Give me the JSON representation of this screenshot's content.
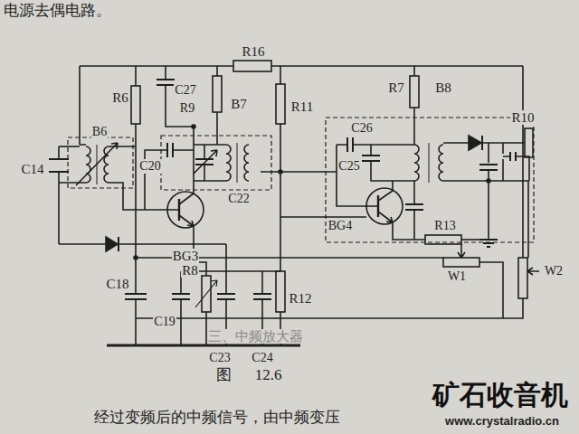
{
  "diagram": {
    "caption": "图 12.6",
    "labels": [
      "电源去偶电路。",
      "R16",
      "C27",
      "R9",
      "B6",
      "R6",
      "B7",
      "R11",
      "R7",
      "B8",
      "R10",
      "C14",
      "C20",
      "C22",
      "C26",
      "C25",
      "BG4",
      "R13",
      "BG3",
      "R8",
      "W1",
      "W2",
      "C18",
      "C19",
      "C23",
      "C24",
      "R12",
      "三、中频放大器",
      "经过变频后的中频信号，由中频变压",
      "矿石收音机",
      "www.crystalradio.cn"
    ]
  }
}
